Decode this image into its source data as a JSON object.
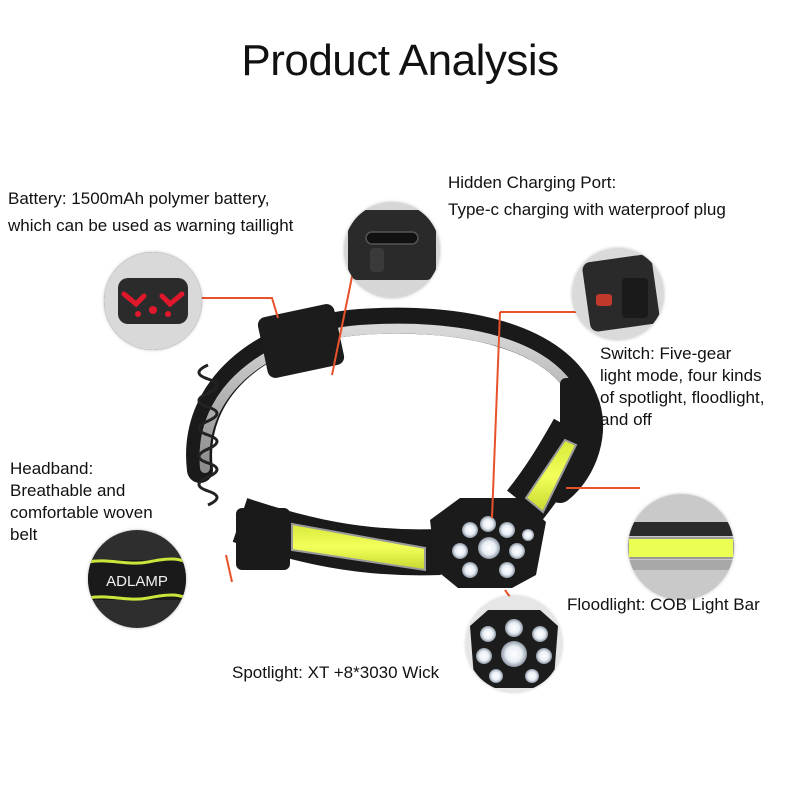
{
  "title": "Product Analysis",
  "labels": {
    "battery": [
      "Battery: 1500mAh polymer battery,",
      "which can be used as warning taillight"
    ],
    "charging": [
      "Hidden Charging Port:",
      "Type-c charging with waterproof plug"
    ],
    "switch": [
      "Switch: Five-gear",
      "light mode, four kinds",
      "of spotlight, floodlight,",
      "and off"
    ],
    "headband": [
      "Headband:",
      "Breathable and",
      "comfortable woven",
      "belt"
    ],
    "floodlight": [
      "Floodlight: COB Light Bar"
    ],
    "spotlight": [
      "Spotlight: XT +8*3030 Wick"
    ]
  },
  "band_text": "ADLAMP",
  "colors": {
    "leader": "#e8522a",
    "cob": "#e6f542",
    "taillight": "#e0182c",
    "housing": "#1b1b1b"
  }
}
